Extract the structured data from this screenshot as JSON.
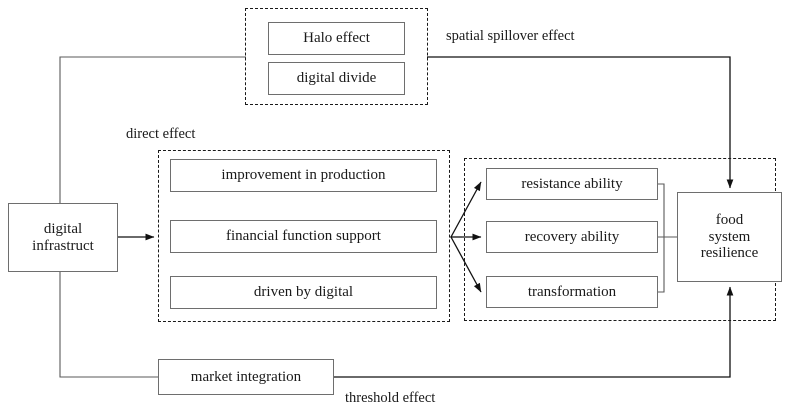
{
  "diagram": {
    "title": "digital infrastructure and food system resilience mechanism diagram",
    "source_node": {
      "label": "digital\ninfrastruct",
      "line1": "digital",
      "line2": "infrastruct"
    },
    "target_node": {
      "label": "food\nsystem\nresilience",
      "line1": "food",
      "line2": "system",
      "line3": "resilience"
    },
    "channel_labels": {
      "spatial_spillover": "spatial spillover effect",
      "direct": "direct effect",
      "threshold": "threshold effect"
    },
    "groups": [
      {
        "name": "spatial-spillover-group",
        "items": [
          {
            "label": "Halo effect"
          },
          {
            "label": "digital divide"
          }
        ]
      },
      {
        "name": "direct-effect-group",
        "items": [
          {
            "label": "improvement in production"
          },
          {
            "label": "financial function support"
          },
          {
            "label": "driven by digital"
          }
        ]
      },
      {
        "name": "resilience-dimension-group",
        "items": [
          {
            "label": "resistance ability"
          },
          {
            "label": "recovery ability"
          },
          {
            "label": "transformation"
          }
        ]
      }
    ],
    "threshold_node": {
      "label": "market integration"
    },
    "colors": {
      "box_border": "#6e6e6e",
      "dashed_border": "#1a1a1a",
      "line": "#5a5a5a",
      "arrow": "#111111",
      "text": "#1a1a1a",
      "background": "#ffffff"
    }
  }
}
